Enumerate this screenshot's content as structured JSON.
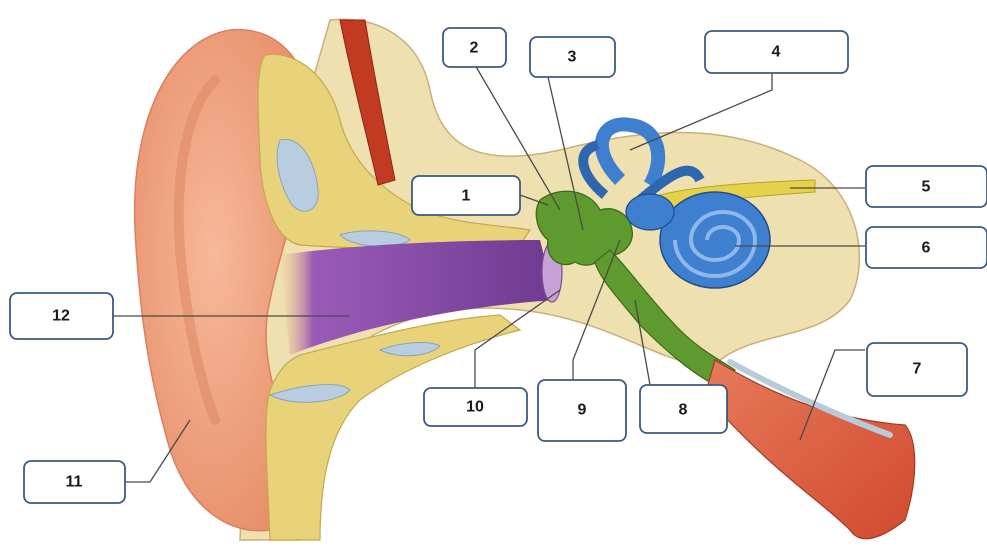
{
  "diagram": {
    "labels": [
      {
        "id": "1",
        "text": "1"
      },
      {
        "id": "2",
        "text": "2"
      },
      {
        "id": "3",
        "text": "3"
      },
      {
        "id": "4",
        "text": "4"
      },
      {
        "id": "5",
        "text": "5"
      },
      {
        "id": "6",
        "text": "6"
      },
      {
        "id": "7",
        "text": "7"
      },
      {
        "id": "8",
        "text": "8"
      },
      {
        "id": "9",
        "text": "9"
      },
      {
        "id": "10",
        "text": "10"
      },
      {
        "id": "11",
        "text": "11"
      },
      {
        "id": "12",
        "text": "12"
      }
    ]
  },
  "colors": {
    "skin": "#f2a988",
    "cartilage": "#efe0b0",
    "fat": "#e8d37a",
    "canal": "#8a4fa8",
    "ossicles": "#5e9a2e",
    "inner_ear": "#3f7fd0",
    "nerve": "#e3d24a",
    "muscle": "#c23a22",
    "eustachian": "#d9553a",
    "label_border": "#3d5a80"
  }
}
